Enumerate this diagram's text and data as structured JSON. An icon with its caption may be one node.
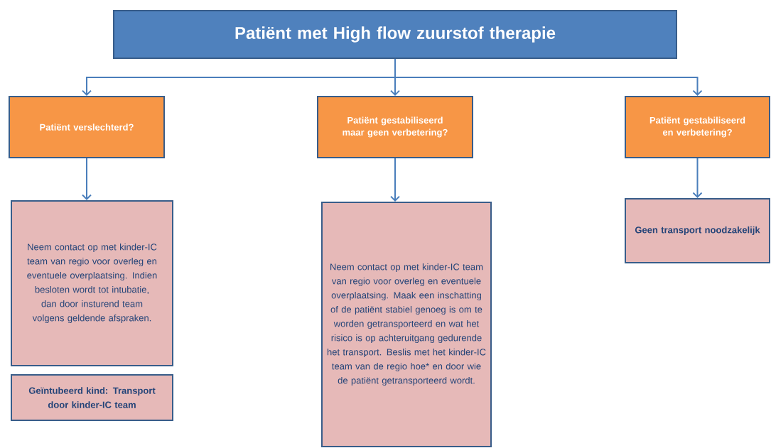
{
  "diagram": {
    "nodes": [
      {
        "text": [
          "Patiënt met High flow zuurstof therapie"
        ]
      },
      {
        "text": [
          "Patiënt verslechterd?"
        ]
      },
      {
        "text": [
          "Patiënt gestabiliseerd maar geen verbetering?"
        ]
      },
      {
        "text": [
          "Patiënt gestabiliseerd en verbetering?"
        ]
      },
      {
        "text": [
          "Neem contact op met kinder-IC team van regio voor overleg en eventuele overplaatsing. Indien besloten wordt tot intubatie, dan door insturend team volgens geldende afspraken."
        ]
      },
      {
        "text": [
          "Geïntubeerd kind: Transport door kinder-IC team"
        ]
      },
      {
        "text": [
          "Neem contact op met kinder-IC team van regio voor overleg  en eventuele overplaatsing. Maak een inschatting of de patiënt stabiel genoeg is om te worden getransporteerd en wat het risico is op achteruitgang gedurende het transport. Beslis met het kinder-IC team van de regio hoe* en door wie de patiënt getransporteerd wordt."
        ]
      },
      {
        "text": [
          "Geen transport noodzakelijk"
        ]
      }
    ],
    "edges": [
      {
        "from": 0,
        "to": 1,
        "arrow": "to"
      },
      {
        "from": 0,
        "to": 2,
        "arrow": "to"
      },
      {
        "from": 0,
        "to": 3,
        "arrow": "to"
      },
      {
        "from": 1,
        "to": 4,
        "arrow": "to"
      },
      {
        "from": 2,
        "to": 6,
        "arrow": "to"
      },
      {
        "from": 3,
        "to": 7,
        "arrow": "to"
      }
    ]
  }
}
